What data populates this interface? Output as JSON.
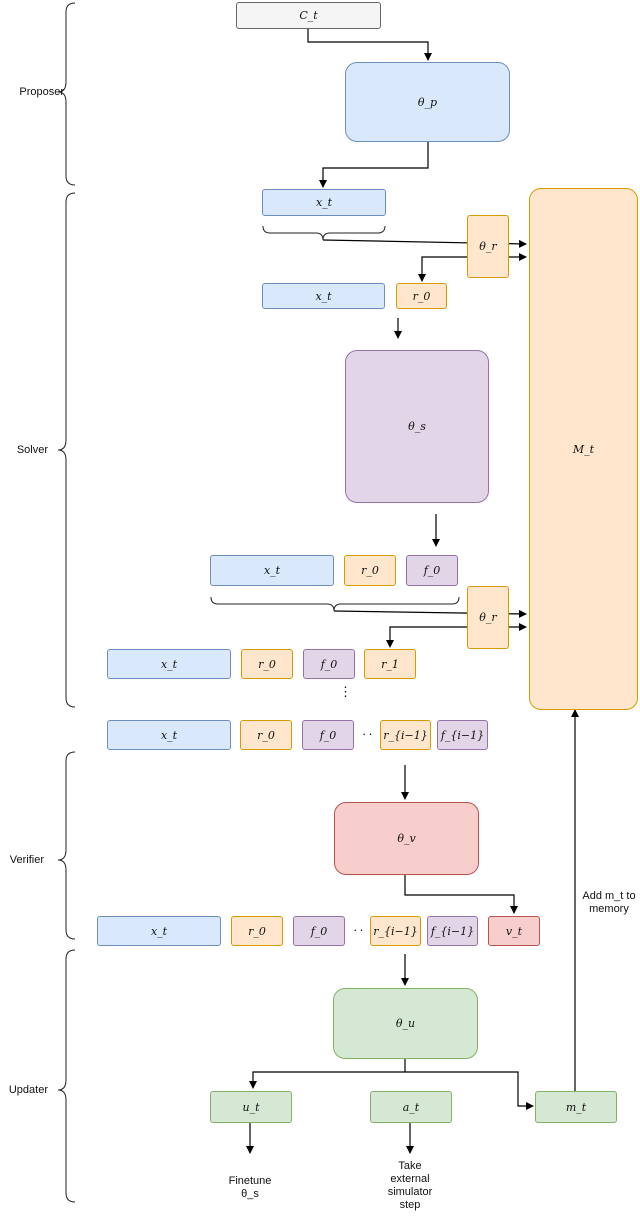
{
  "sections": {
    "proposer": "Proposer",
    "solver": "Solver",
    "verifier": "Verifier",
    "updater": "Updater"
  },
  "nodes": {
    "ct": "C_t",
    "theta_p": "θ_p",
    "theta_r": "θ_r",
    "theta_s": "θ_s",
    "theta_v": "θ_v",
    "theta_u": "θ_u",
    "memory": "M_t",
    "xt": "x_t",
    "r0": "r_0",
    "f0": "f_0",
    "r1": "r_1",
    "r_i_minus_1": "r_{i−1}",
    "f_i_minus_1": "f_{i−1}",
    "vt": "v_t",
    "ut": "u_t",
    "at": "a_t",
    "mt": "m_t"
  },
  "notes": {
    "add_memory": "Add m_t to memory",
    "finetune": "Finetune θ_s",
    "take_step": "Take external simulator step"
  },
  "ellipsis": {
    "vertical": "⋮",
    "horizontal": "··"
  },
  "colors": {
    "blue_fill": "#dae8fc",
    "blue_stroke": "#6c8ebf",
    "orange_fill": "#ffe6cc",
    "orange_stroke": "#d79b00",
    "purple_fill": "#e1d5e7",
    "purple_stroke": "#9673a6",
    "red_fill": "#f8cecc",
    "red_stroke": "#b85450",
    "green_fill": "#d5e8d4",
    "green_stroke": "#82b366",
    "grey_fill": "#f5f5f5",
    "grey_stroke": "#666666"
  }
}
